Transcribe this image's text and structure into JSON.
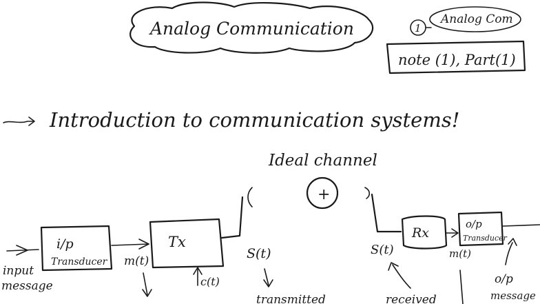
{
  "header": {
    "title": "Analog Communication",
    "badge_number": "1",
    "badge_text": "Analog Com",
    "note_box": "note (1), Part(1)"
  },
  "heading": "Introduction to communication systems!",
  "diagram": {
    "channel_label": "Ideal channel",
    "plus_symbol": "+",
    "blocks": {
      "ip_transducer_top": "i/p",
      "ip_transducer_bottom": "Transducer",
      "tx": "Tx",
      "rx": "Rx",
      "op_transducer_top": "o/p",
      "op_transducer_bottom": "Transducer"
    },
    "signals": {
      "input_label_1": "input",
      "input_label_2": "message",
      "m_t_1": "m(t)",
      "c_t": "c(t)",
      "s_t_tx": "S(t)",
      "s_t_rx": "S(t)",
      "m_t_2": "m(t)",
      "op_label_1": "o/p",
      "op_label_2": "message"
    },
    "cut_labels": {
      "transmitted": "transmitted",
      "received": "received"
    }
  }
}
